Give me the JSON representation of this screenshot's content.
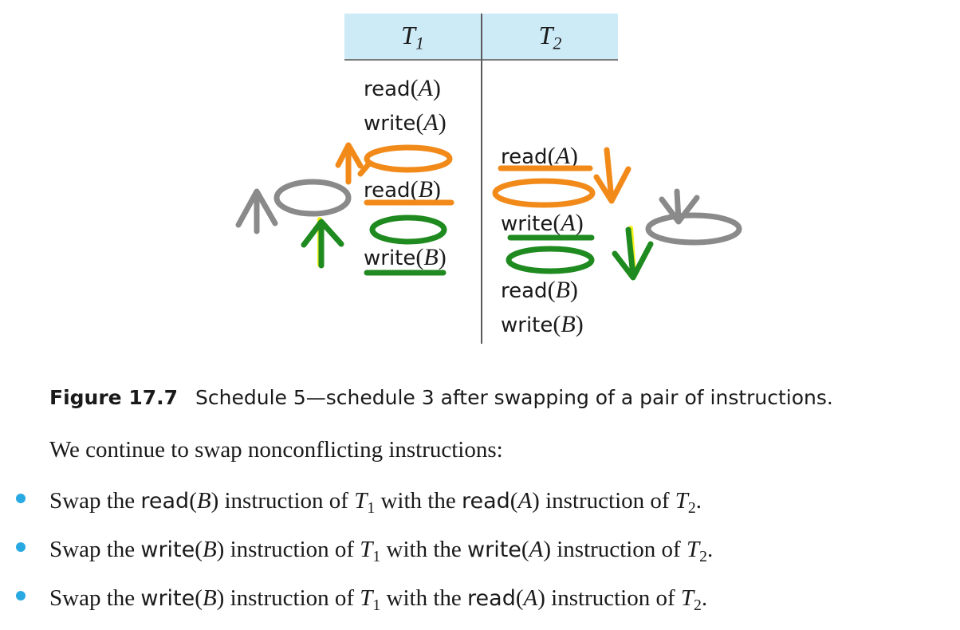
{
  "schedule": {
    "headers": [
      "T",
      "T"
    ],
    "header_subscripts": [
      "1",
      "2"
    ],
    "t1": [
      {
        "op": "read",
        "arg": "A"
      },
      {
        "op": "write",
        "arg": "A"
      },
      {
        "op": "read",
        "arg": "B"
      },
      {
        "op": "write",
        "arg": "B"
      }
    ],
    "t2": [
      {
        "op": "read",
        "arg": "A"
      },
      {
        "op": "write",
        "arg": "A"
      },
      {
        "op": "read",
        "arg": "B"
      },
      {
        "op": "write",
        "arg": "B"
      }
    ]
  },
  "caption": {
    "label": "Figure 17.7",
    "text": "Schedule 5—schedule 3 after swapping of a pair of instructions."
  },
  "intro": "We continue to swap nonconflicting instructions:",
  "bullets": [
    {
      "prefix": "Swap the ",
      "op1": "read",
      "var1": "B",
      "mid": " instruction of ",
      "t1": "T",
      "t1sub": "1",
      "with": " with the ",
      "op2": "read",
      "var2": "A",
      "mid2": " instruction of ",
      "t2": "T",
      "t2sub": "2",
      "end": "."
    },
    {
      "prefix": "Swap the ",
      "op1": "write",
      "var1": "B",
      "mid": " instruction of ",
      "t1": "T",
      "t1sub": "1",
      "with": " with the ",
      "op2": "write",
      "var2": "A",
      "mid2": " instruction of ",
      "t2": "T",
      "t2sub": "2",
      "end": "."
    },
    {
      "prefix": "Swap the ",
      "op1": "write",
      "var1": "B",
      "mid": " instruction of ",
      "t1": "T",
      "t1sub": "1",
      "with": " with the ",
      "op2": "read",
      "var2": "A",
      "mid2": " instruction of ",
      "t2": "T",
      "t2sub": "2",
      "end": "."
    }
  ],
  "colors": {
    "header_bg": "#cdeaf7",
    "bullet": "#29a9e1",
    "annotation_orange": "#f28a1a",
    "annotation_green": "#1f8a1f",
    "annotation_gray": "#8a8a8a",
    "annotation_yellow": "#f4f21a"
  }
}
